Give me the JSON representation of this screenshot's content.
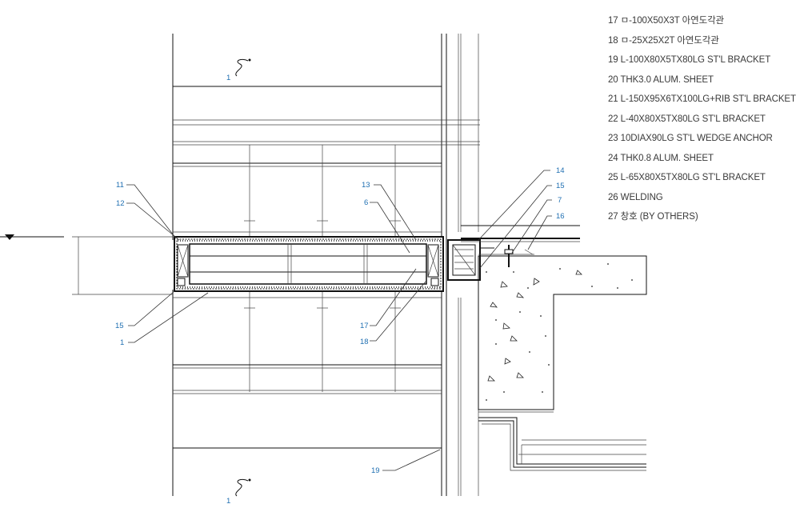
{
  "legend": {
    "items": [
      "17 ㅁ-100X50X3T 아연도각관",
      "18 ㅁ-25X25X2T 아연도각관",
      "19 L-100X80X5TX80LG ST'L BRACKET",
      "20 THK3.0 ALUM. SHEET",
      "21 L-150X95X6TX100LG+RIB ST'L BRACKET",
      "22 L-40X80X5TX80LG ST'L BRACKET",
      "23 10DIAX90LG ST'L WEDGE ANCHOR",
      "24 THK0.8 ALUM. SHEET",
      "25 L-65X80X5TX80LG ST'L BRACKET",
      "26 WELDING",
      "27 창호 (BY OTHERS)"
    ]
  },
  "callouts": {
    "c1_top": "1",
    "c11": "11",
    "c12": "12",
    "c13": "13",
    "c6": "6",
    "c14": "14",
    "c15_right": "15",
    "c7": "7",
    "c16": "16",
    "c15_left": "15",
    "c1_mid": "1",
    "c17": "17",
    "c18": "18",
    "c19": "19",
    "c1_bottom": "1"
  },
  "colors": {
    "callout": "#1f6fb2",
    "line": "#111111",
    "text": "#3a3a3a"
  },
  "icons": {
    "level_marker": "triangle-down-icon",
    "break_symbol": "break-line-icon"
  }
}
